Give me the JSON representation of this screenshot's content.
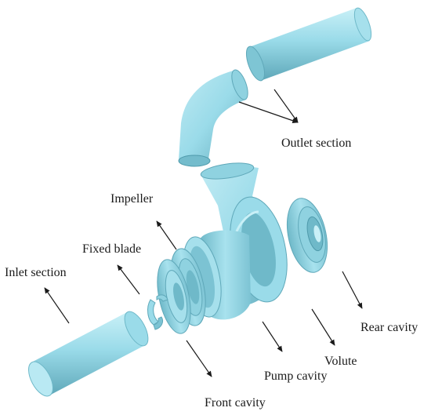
{
  "diagram": {
    "part_color": "#9adbe9",
    "part_shade": "#6fb9c9",
    "part_dark": "#4f9aab",
    "part_light": "#c9f0f7",
    "labels": {
      "outlet_section": "Outlet section",
      "impeller": "Impeller",
      "fixed_blade": "Fixed blade",
      "inlet_section": "Inlet section",
      "rear_cavity": "Rear cavity",
      "volute": "Volute",
      "pump_cavity": "Pump cavity",
      "front_cavity": "Front cavity"
    }
  }
}
